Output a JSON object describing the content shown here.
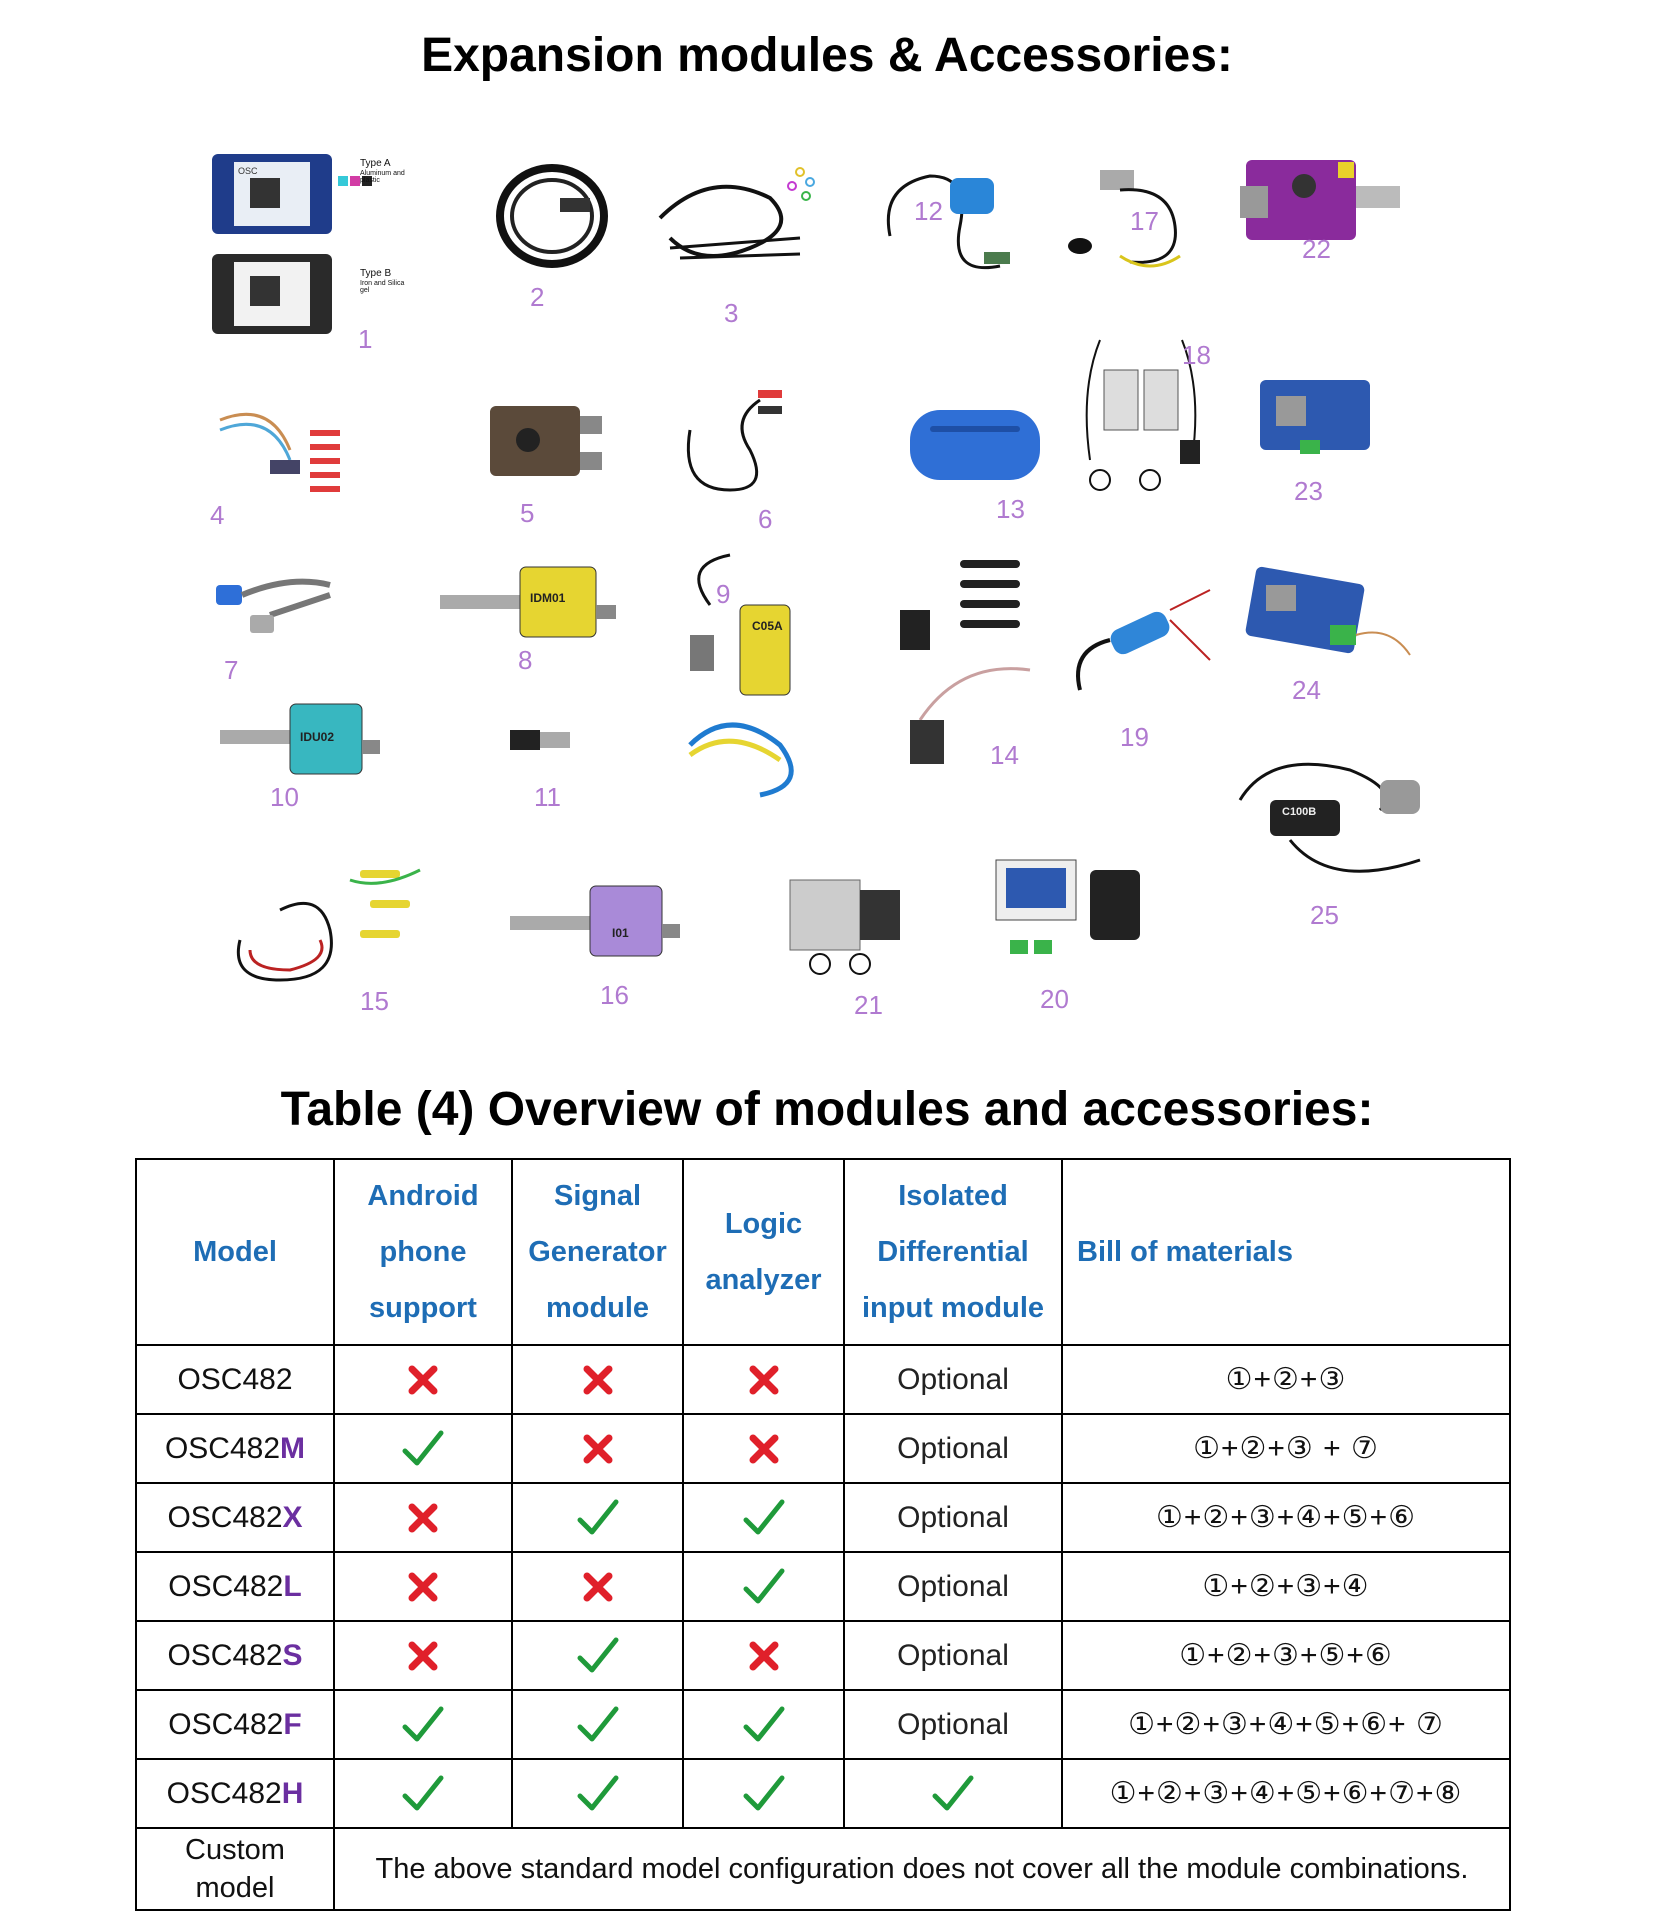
{
  "titles": {
    "gallery": "Expansion modules & Accessories:",
    "table": "Table (4) Overview of modules and accessories:"
  },
  "gallery_small_text": {
    "type_a": "Type A",
    "type_a_desc": "Aluminum and plastic",
    "type_b": "Type B",
    "type_b_desc": "Iron and Silica gel",
    "osc": "OSC",
    "idm01": "IDM01",
    "idu02": "IDU02",
    "c05a": "C05A",
    "i01": "I01",
    "c100b": "C100B"
  },
  "item_labels": [
    "1",
    "2",
    "3",
    "4",
    "5",
    "6",
    "7",
    "8",
    "9",
    "10",
    "11",
    "12",
    "13",
    "14",
    "15",
    "16",
    "17",
    "18",
    "19",
    "20",
    "21",
    "22",
    "23",
    "24",
    "25"
  ],
  "table": {
    "headers": {
      "model": "Model",
      "android": [
        "Android",
        "phone",
        "support"
      ],
      "signal": [
        "Signal",
        "Generator",
        "module"
      ],
      "logic": [
        "Logic",
        "analyzer"
      ],
      "isolated": [
        "Isolated",
        "Differential",
        "input module"
      ],
      "bom": "Bill of materials"
    },
    "rows": [
      {
        "base": "OSC482",
        "suffix": "",
        "android": "cross",
        "signal": "cross",
        "logic": "cross",
        "isolated": "Optional",
        "bom": "①+②+③"
      },
      {
        "base": "OSC482",
        "suffix": "M",
        "android": "check",
        "signal": "cross",
        "logic": "cross",
        "isolated": "Optional",
        "bom": "①+②+③ + ⑦"
      },
      {
        "base": "OSC482",
        "suffix": "X",
        "android": "cross",
        "signal": "check",
        "logic": "check",
        "isolated": "Optional",
        "bom": "①+②+③+④+⑤+⑥"
      },
      {
        "base": "OSC482",
        "suffix": "L",
        "android": "cross",
        "signal": "cross",
        "logic": "check",
        "isolated": "Optional",
        "bom": "①+②+③+④"
      },
      {
        "base": "OSC482",
        "suffix": "S",
        "android": "cross",
        "signal": "check",
        "logic": "cross",
        "isolated": "Optional",
        "bom": "①+②+③+⑤+⑥"
      },
      {
        "base": "OSC482",
        "suffix": "F",
        "android": "check",
        "signal": "check",
        "logic": "check",
        "isolated": "Optional",
        "bom": "①+②+③+④+⑤+⑥+ ⑦"
      },
      {
        "base": "OSC482",
        "suffix": "H",
        "android": "check",
        "signal": "check",
        "logic": "check",
        "isolated": "check",
        "bom": "①+②+③+④+⑤+⑥+⑦+⑧"
      }
    ],
    "custom": {
      "model": [
        "Custom",
        "model"
      ],
      "text": "The above standard model configuration does not cover all the module combinations."
    }
  },
  "colors": {
    "header_blue": "#1e6db5",
    "suffix_purple": "#6b2fa0",
    "check_green": "#1f9a3a",
    "cross_red": "#e0202a",
    "label_purple": "#b07ad0"
  }
}
